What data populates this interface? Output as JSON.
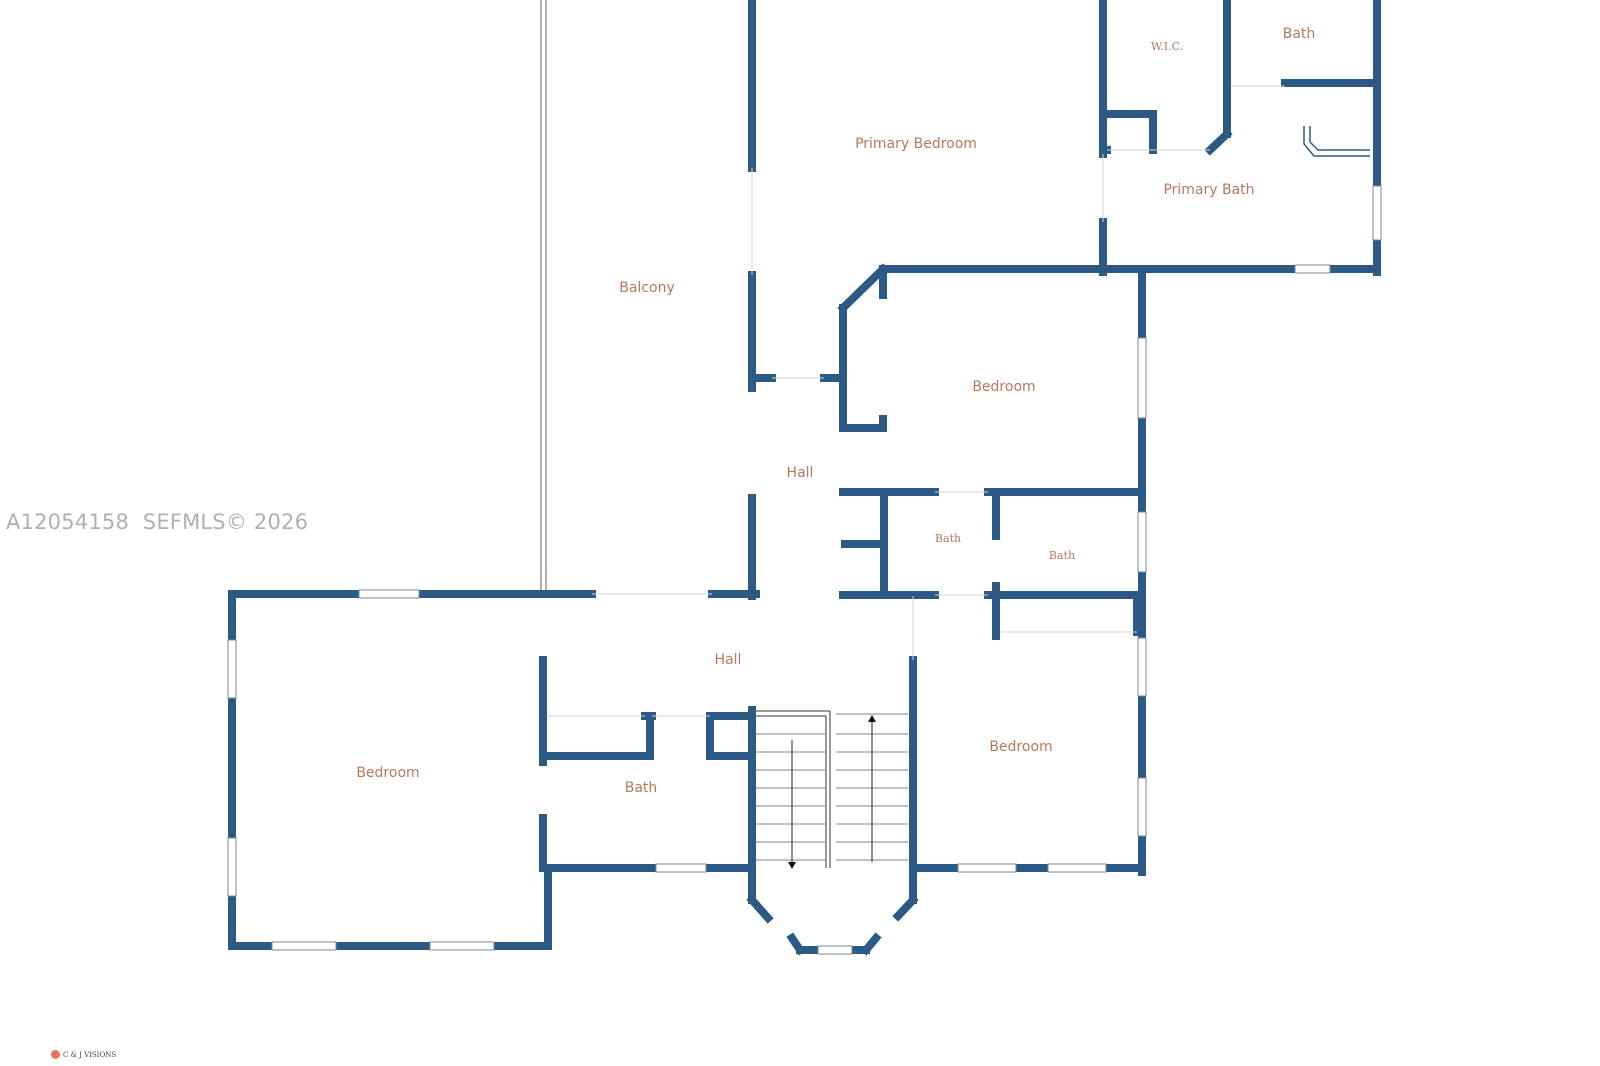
{
  "watermark": "A12054158  SEFMLS© 2026",
  "logo": {
    "text": "C & J VISIONS",
    "icon": "orange-dot-logo",
    "color": "#e2755a"
  },
  "colors": {
    "wall": "#2b5b85",
    "label": "#b9785a",
    "window": "#ffffff",
    "background": "#ffffff"
  },
  "rooms": [
    {
      "id": "primary-bedroom",
      "label": "Primary Bedroom"
    },
    {
      "id": "wic",
      "label": "W.I.C."
    },
    {
      "id": "bath-top",
      "label": "Bath"
    },
    {
      "id": "primary-bath",
      "label": "Primary Bath"
    },
    {
      "id": "balcony",
      "label": "Balcony"
    },
    {
      "id": "bedroom-east",
      "label": "Bedroom"
    },
    {
      "id": "hall-north",
      "label": "Hall"
    },
    {
      "id": "bath-mid-left",
      "label": "Bath"
    },
    {
      "id": "bath-mid-right",
      "label": "Bath"
    },
    {
      "id": "hall-south",
      "label": "Hall"
    },
    {
      "id": "bedroom-west",
      "label": "Bedroom"
    },
    {
      "id": "bath-south",
      "label": "Bath"
    },
    {
      "id": "bedroom-southeast",
      "label": "Bedroom"
    }
  ]
}
